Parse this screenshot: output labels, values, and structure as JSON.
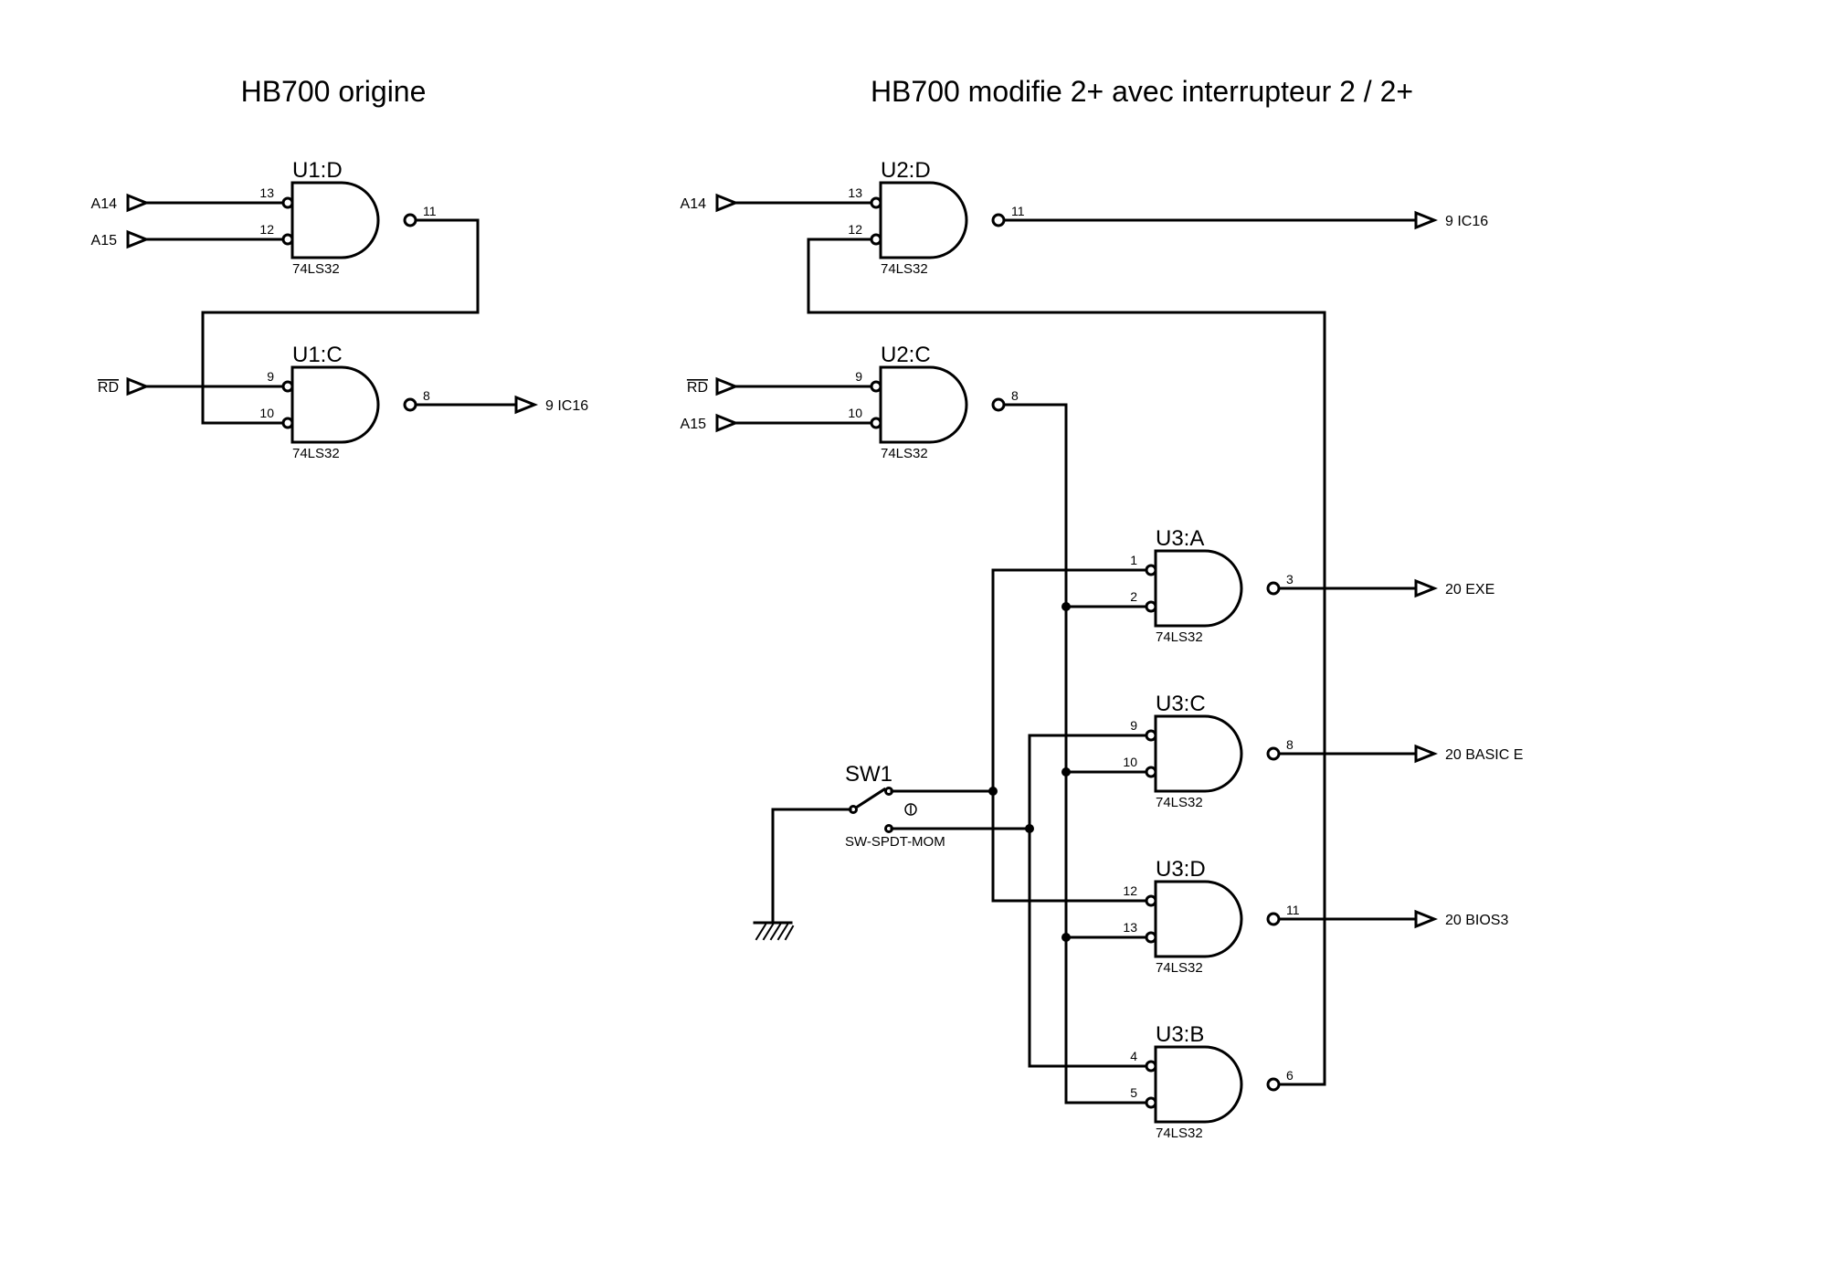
{
  "titles": {
    "left": "HB700 origine",
    "right": "HB700 modifie 2+ avec interrupteur 2 / 2+"
  },
  "part_type": "74LS32",
  "gates": {
    "u1d": {
      "ref": "U1:D",
      "pin_a": "13",
      "pin_b": "12",
      "pin_out": "11"
    },
    "u1c": {
      "ref": "U1:C",
      "pin_a": "9",
      "pin_b": "10",
      "pin_out": "8"
    },
    "u2d": {
      "ref": "U2:D",
      "pin_a": "13",
      "pin_b": "12",
      "pin_out": "11"
    },
    "u2c": {
      "ref": "U2:C",
      "pin_a": "9",
      "pin_b": "10",
      "pin_out": "8"
    },
    "u3a": {
      "ref": "U3:A",
      "pin_a": "1",
      "pin_b": "2",
      "pin_out": "3"
    },
    "u3c": {
      "ref": "U3:C",
      "pin_a": "9",
      "pin_b": "10",
      "pin_out": "8"
    },
    "u3d": {
      "ref": "U3:D",
      "pin_a": "12",
      "pin_b": "13",
      "pin_out": "11"
    },
    "u3b": {
      "ref": "U3:B",
      "pin_a": "4",
      "pin_b": "5",
      "pin_out": "6"
    }
  },
  "ports": {
    "left": {
      "a14": "A14",
      "a15": "A15",
      "rd": "RD",
      "out": "9 IC16"
    },
    "right": {
      "a14": "A14",
      "rd": "RD",
      "a15": "A15",
      "out_ic16": "9 IC16",
      "out_exe": "20 EXE",
      "out_basic": "20 BASIC E",
      "out_bios": "20 BIOS3"
    }
  },
  "switch": {
    "ref": "SW1",
    "type": "SW-SPDT-MOM"
  }
}
